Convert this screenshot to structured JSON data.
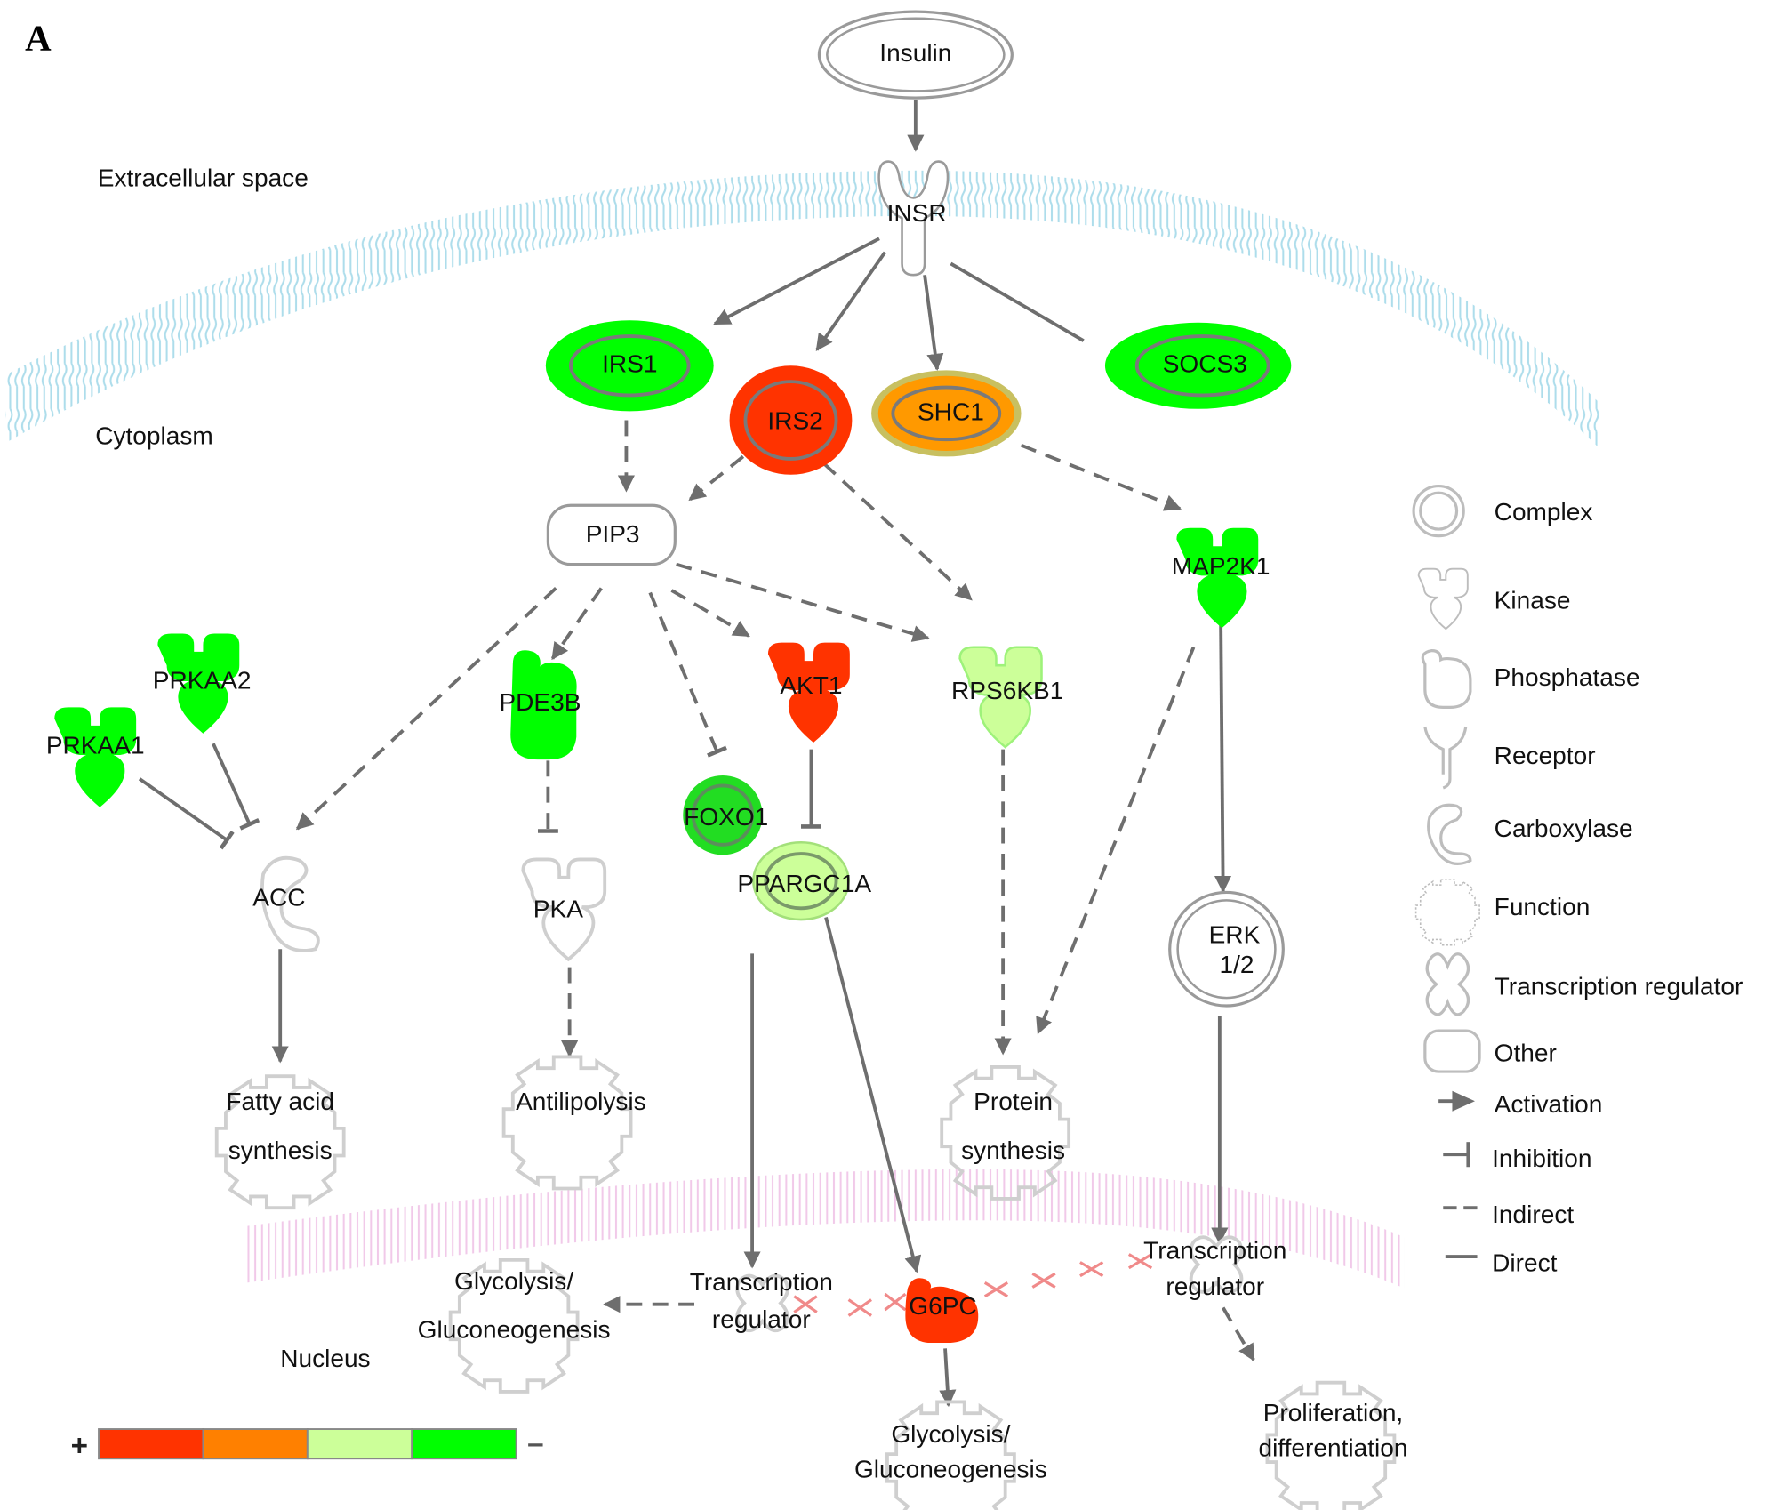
{
  "panel_label": "A",
  "compartments": {
    "extracellular": "Extracellular space",
    "cytoplasm": "Cytoplasm",
    "nucleus": "Nucleus"
  },
  "colors": {
    "strong_up": "#FF3300",
    "moderate_up": "#FF8000",
    "moderate_down": "#CCFF99",
    "strong_down": "#00FF00",
    "membrane_plasma": "#a9dbea",
    "membrane_nuclear": "#efc3e6",
    "edge": "#6e6e6e"
  },
  "nodes": {
    "insulin": {
      "label": "Insulin",
      "type": "complex",
      "expression": "none"
    },
    "insr": {
      "label": "INSR",
      "type": "receptor",
      "expression": "none"
    },
    "irs1": {
      "label": "IRS1",
      "type": "complex",
      "expression": "strong_down"
    },
    "irs2": {
      "label": "IRS2",
      "type": "complex",
      "expression": "strong_up"
    },
    "shc1": {
      "label": "SHC1",
      "type": "complex",
      "expression": "moderate_up"
    },
    "socs3": {
      "label": "SOCS3",
      "type": "complex",
      "expression": "strong_down"
    },
    "pip3": {
      "label": "PIP3",
      "type": "other",
      "expression": "none"
    },
    "map2k1": {
      "label": "MAP2K1",
      "type": "kinase",
      "expression": "strong_down"
    },
    "prkaa2": {
      "label": "PRKAA2",
      "type": "kinase",
      "expression": "strong_down"
    },
    "prkaa1": {
      "label": "PRKAA1",
      "type": "kinase",
      "expression": "strong_down"
    },
    "pde3b": {
      "label": "PDE3B",
      "type": "phosphatase",
      "expression": "strong_down"
    },
    "akt1": {
      "label": "AKT1",
      "type": "kinase",
      "expression": "strong_up"
    },
    "rps6kb1": {
      "label": "RPS6KB1",
      "type": "kinase",
      "expression": "moderate_down"
    },
    "foxo1": {
      "label": "FOXO1",
      "type": "complex",
      "expression": "strong_down"
    },
    "ppargc1a": {
      "label": "PPARGC1A",
      "type": "complex",
      "expression": "moderate_down"
    },
    "acc": {
      "label": "ACC",
      "type": "carboxylase",
      "expression": "none"
    },
    "pka": {
      "label": "PKA",
      "type": "kinase",
      "expression": "none"
    },
    "erk": {
      "label_line1": "ERK",
      "label_line2": "1/2",
      "type": "complex",
      "expression": "none"
    },
    "fatty_acid": {
      "label_line1": "Fatty acid",
      "label_line2": "synthesis",
      "type": "function"
    },
    "antilipolysis": {
      "label": "Antilipolysis",
      "type": "function"
    },
    "protein_synthesis": {
      "label_line1": "Protein",
      "label_line2": "synthesis",
      "type": "function"
    },
    "tr_left": {
      "label_line1": "Transcription",
      "label_line2": "regulator",
      "type": "transcription_regulator"
    },
    "tr_right": {
      "label_line1": "Transcription",
      "label_line2": "regulator",
      "type": "transcription_regulator"
    },
    "glyco_left": {
      "label_line1": "Glycolysis/",
      "label_line2": "Gluconeogenesis",
      "type": "function"
    },
    "g6pc": {
      "label": "G6PC",
      "type": "phosphatase",
      "expression": "strong_up"
    },
    "glyco_bottom": {
      "label_line1": "Glycolysis/",
      "label_line2": "Gluconeogenesis",
      "type": "function"
    },
    "proliferation": {
      "label_line1": "Proliferation,",
      "label_line2": "differentiation",
      "type": "function"
    }
  },
  "edges": [
    {
      "from": "Insulin",
      "to": "INSR",
      "style": "direct",
      "effect": "activation"
    },
    {
      "from": "INSR",
      "to": "IRS1",
      "style": "direct",
      "effect": "activation"
    },
    {
      "from": "INSR",
      "to": "IRS2",
      "style": "direct",
      "effect": "activation"
    },
    {
      "from": "INSR",
      "to": "SHC1",
      "style": "direct",
      "effect": "activation"
    },
    {
      "from": "INSR",
      "to": "SOCS3",
      "style": "direct",
      "effect": "binding"
    },
    {
      "from": "IRS1",
      "to": "PIP3",
      "style": "indirect",
      "effect": "activation"
    },
    {
      "from": "IRS2",
      "to": "PIP3",
      "style": "indirect",
      "effect": "activation"
    },
    {
      "from": "IRS2",
      "to": "RPS6KB1",
      "style": "indirect",
      "effect": "activation"
    },
    {
      "from": "SHC1",
      "to": "MAP2K1",
      "style": "indirect",
      "effect": "activation"
    },
    {
      "from": "PIP3",
      "to": "ACC",
      "style": "indirect",
      "effect": "activation"
    },
    {
      "from": "PIP3",
      "to": "PDE3B",
      "style": "indirect",
      "effect": "activation"
    },
    {
      "from": "PIP3",
      "to": "FOXO1",
      "style": "indirect",
      "effect": "inhibition"
    },
    {
      "from": "PIP3",
      "to": "AKT1",
      "style": "indirect",
      "effect": "activation"
    },
    {
      "from": "PIP3",
      "to": "RPS6KB1",
      "style": "indirect",
      "effect": "activation"
    },
    {
      "from": "PRKAA1",
      "to": "ACC",
      "style": "direct",
      "effect": "inhibition"
    },
    {
      "from": "PRKAA2",
      "to": "ACC",
      "style": "direct",
      "effect": "inhibition"
    },
    {
      "from": "PDE3B",
      "to": "PKA",
      "style": "indirect",
      "effect": "inhibition"
    },
    {
      "from": "AKT1",
      "to": "PPARGC1A",
      "style": "direct",
      "effect": "inhibition"
    },
    {
      "from": "ACC",
      "to": "Fatty acid synthesis",
      "style": "direct",
      "effect": "activation"
    },
    {
      "from": "PKA",
      "to": "Antilipolysis",
      "style": "indirect",
      "effect": "activation"
    },
    {
      "from": "RPS6KB1",
      "to": "Protein synthesis",
      "style": "indirect",
      "effect": "activation"
    },
    {
      "from": "MAP2K1",
      "to": "Protein synthesis",
      "style": "indirect",
      "effect": "activation"
    },
    {
      "from": "MAP2K1",
      "to": "ERK 1/2",
      "style": "direct",
      "effect": "activation"
    },
    {
      "from": "FOXO1",
      "to": "Transcription regulator",
      "style": "direct",
      "effect": "activation"
    },
    {
      "from": "PPARGC1A",
      "to": "G6PC",
      "style": "direct",
      "effect": "activation"
    },
    {
      "from": "ERK 1/2",
      "to": "Transcription regulator",
      "style": "direct",
      "effect": "activation"
    },
    {
      "from": "Transcription regulator",
      "to": "Glycolysis/Gluconeogenesis",
      "style": "indirect",
      "effect": "activation"
    },
    {
      "from": "G6PC",
      "to": "Glycolysis/Gluconeogenesis",
      "style": "direct",
      "effect": "activation"
    },
    {
      "from": "Transcription regulator",
      "to": "Proliferation, differentiation",
      "style": "indirect",
      "effect": "activation"
    }
  ],
  "legend": {
    "items": [
      {
        "icon": "complex-icon",
        "label": "Complex"
      },
      {
        "icon": "kinase-icon",
        "label": "Kinase"
      },
      {
        "icon": "phosphatase-icon",
        "label": "Phosphatase"
      },
      {
        "icon": "receptor-icon",
        "label": "Receptor"
      },
      {
        "icon": "carboxylase-icon",
        "label": "Carboxylase"
      },
      {
        "icon": "function-icon",
        "label": "Function"
      },
      {
        "icon": "transcription-regulator-icon",
        "label": "Transcription regulator"
      },
      {
        "icon": "other-icon",
        "label": "Other"
      },
      {
        "icon": "activation-arrow-icon",
        "label": "Activation"
      },
      {
        "icon": "inhibition-icon",
        "label": "Inhibition"
      },
      {
        "icon": "indirect-line-icon",
        "label": "Indirect"
      },
      {
        "icon": "direct-line-icon",
        "label": "Direct"
      }
    ]
  },
  "color_scale": {
    "plus_label": "+",
    "minus_label": "–",
    "segments": [
      "#FF3300",
      "#FF8000",
      "#CCFF99",
      "#00FF00"
    ]
  }
}
